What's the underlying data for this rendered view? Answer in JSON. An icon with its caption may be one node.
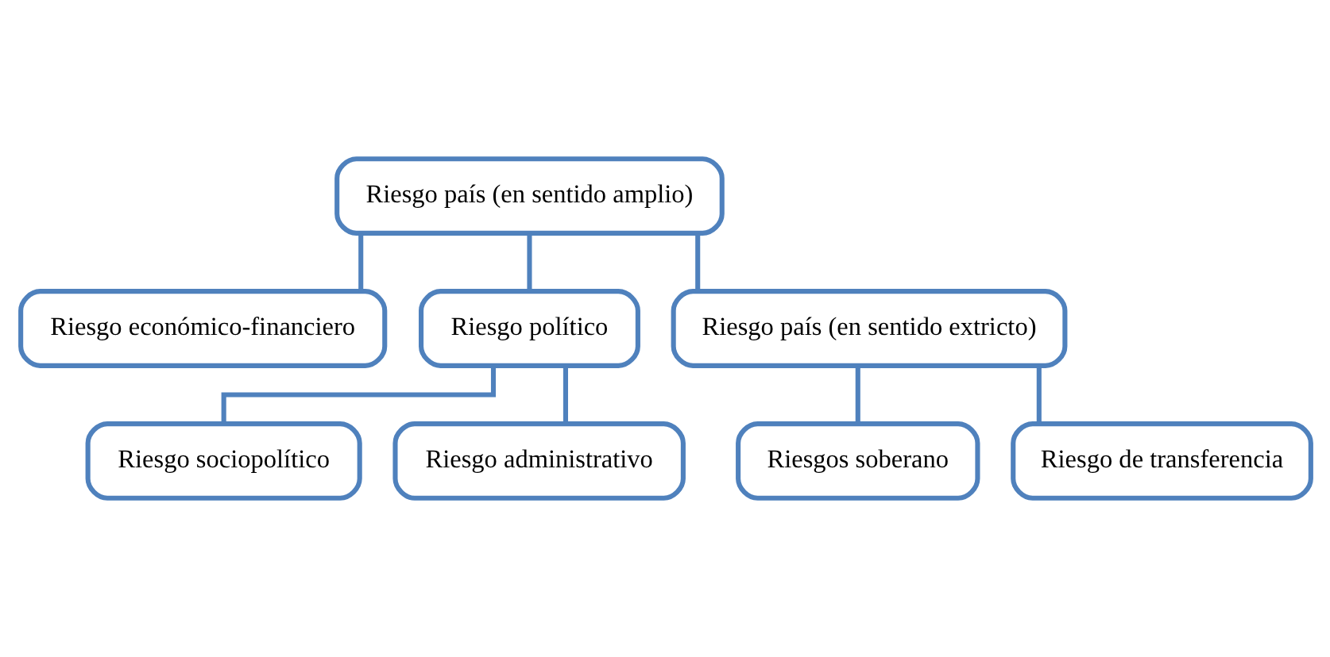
{
  "diagram": {
    "nodes": [
      {
        "text": [
          "Riesgo país (en sentido amplio)"
        ]
      },
      {
        "text": [
          "Riesgo económico-financiero"
        ]
      },
      {
        "text": [
          "Riesgo político"
        ]
      },
      {
        "text": [
          "Riesgo país (en sentido extricto)"
        ]
      },
      {
        "text": [
          "Riesgo sociopolítico"
        ]
      },
      {
        "text": [
          "Riesgo administrativo"
        ]
      },
      {
        "text": [
          "Riesgos soberano"
        ]
      },
      {
        "text": [
          "Riesgo de transferencia"
        ]
      }
    ],
    "edges": [
      {
        "from": 0,
        "to": 1,
        "arrow": "none"
      },
      {
        "from": 0,
        "to": 2,
        "arrow": "none"
      },
      {
        "from": 0,
        "to": 3,
        "arrow": "none"
      },
      {
        "from": 2,
        "to": 4,
        "arrow": "none"
      },
      {
        "from": 2,
        "to": 5,
        "arrow": "none"
      },
      {
        "from": 3,
        "to": 6,
        "arrow": "none"
      },
      {
        "from": 3,
        "to": 7,
        "arrow": "none"
      }
    ]
  }
}
